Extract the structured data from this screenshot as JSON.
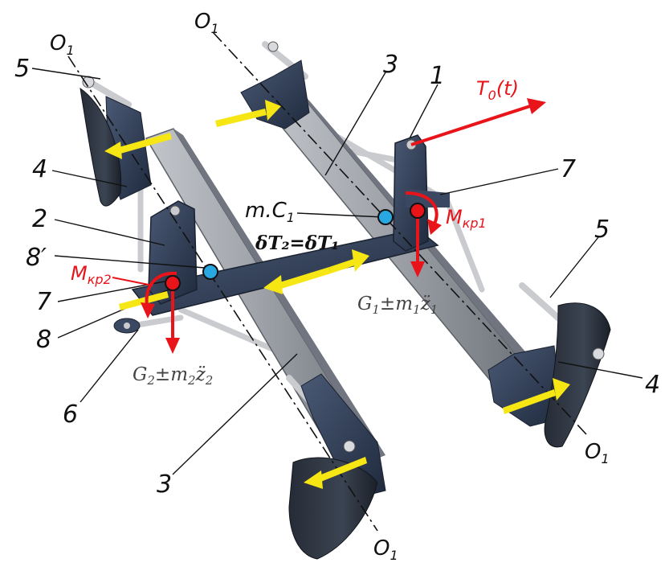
{
  "labels": {
    "num_1": "1",
    "num_2": "2",
    "num_3a": "3",
    "num_3b": "3",
    "num_4a": "4",
    "num_4b": "4",
    "num_5a": "5",
    "num_5b": "5",
    "num_6": "6",
    "num_7a": "7",
    "num_7b": "7",
    "num_8": "8",
    "num_8p": "8′",
    "o_axis": "O",
    "o_sub": "1",
    "t0_main": "T",
    "t0_sub": "0",
    "t0_arg": "(t)",
    "mkr_main": "M",
    "mkr1_sub": "кр1",
    "mkr2_sub": "кр2",
    "mc1_main": "m.C",
    "mc1_sub": "1",
    "dt_eq": "δT₂=δT₁",
    "g1_main": "G",
    "g1_sub": "1",
    "g1_rest": "±m",
    "g1_sub2": "1",
    "g1_z": "z̈",
    "g1_sub3": "1",
    "g2_main": "G",
    "g2_sub": "2",
    "g2_rest": "±m",
    "g2_sub2": "2",
    "g2_z": "z̈",
    "g2_sub3": "2"
  },
  "colors": {
    "frame": "#9fa3a9",
    "frame_dark": "#6f747b",
    "bracket": "#2f3d55",
    "bracket_light": "#44536e",
    "rod": "#c9cbcf",
    "force": "#e8141a",
    "motion": "#f5e614",
    "node_blue": "#29a7e1",
    "ink": "#111111"
  }
}
